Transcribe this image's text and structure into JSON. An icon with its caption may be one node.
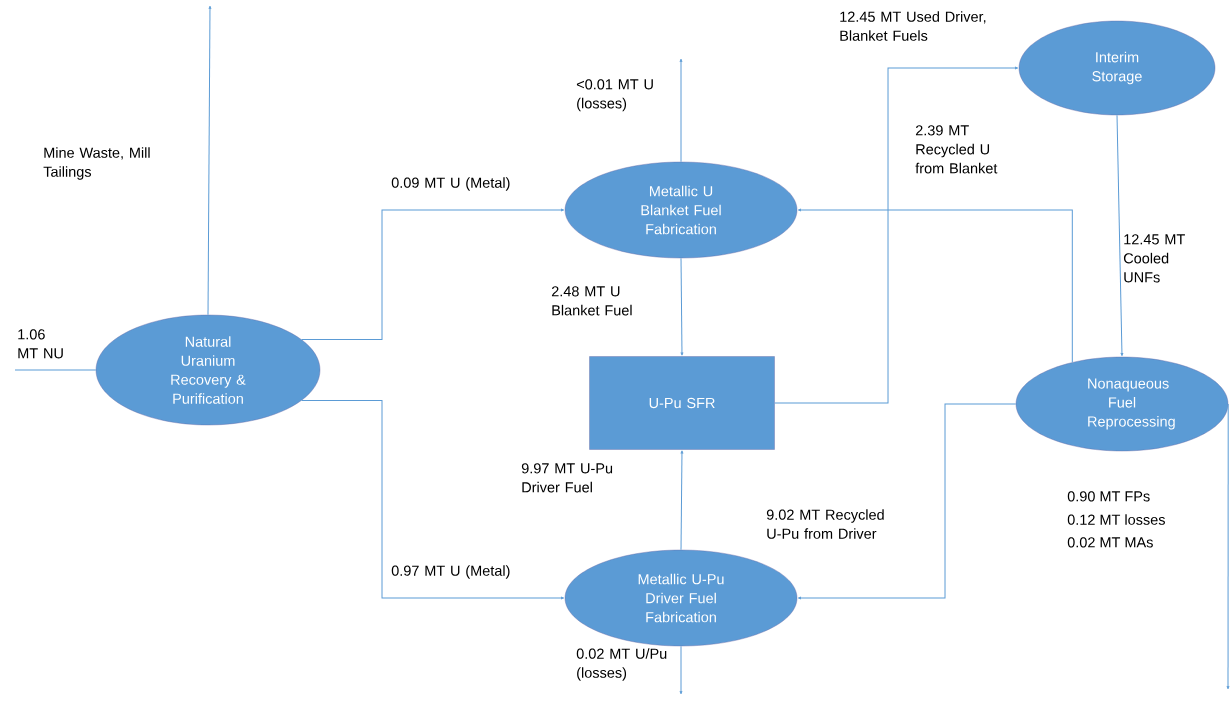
{
  "diagram": {
    "nodes": [
      {
        "text": [
          "Natural Uranium Recovery & Purification"
        ]
      },
      {
        "text": [
          "Metallic U Blanket Fuel Fabrication"
        ]
      },
      {
        "text": [
          "U-Pu SFR"
        ]
      },
      {
        "text": [
          "Metallic U-Pu Driver Fuel Fabrication"
        ]
      },
      {
        "text": [
          "Interim Storage"
        ]
      },
      {
        "text": [
          "Nonaqueous Fuel Reprocessing"
        ]
      }
    ],
    "edges": [
      {
        "from": null,
        "to": 0,
        "arrow": "none",
        "label": "1.06 MT NU"
      },
      {
        "from": 0,
        "to": null,
        "arrow": "to",
        "label": "Mine Waste, Mill Tailings"
      },
      {
        "from": 0,
        "to": 1,
        "arrow": "to",
        "label": "0.09 MT U (Metal)"
      },
      {
        "from": 0,
        "to": 3,
        "arrow": "to",
        "label": "0.97 MT U (Metal)"
      },
      {
        "from": 1,
        "to": null,
        "arrow": "to",
        "label": "<0.01 MT U (losses)"
      },
      {
        "from": 1,
        "to": 2,
        "arrow": "to",
        "label": "2.48 MT U Blanket Fuel"
      },
      {
        "from": 3,
        "to": 2,
        "arrow": "to",
        "label": "9.97 MT U-Pu Driver Fuel"
      },
      {
        "from": 3,
        "to": null,
        "arrow": "to",
        "label": "0.02 MT U/Pu (losses)"
      },
      {
        "from": 2,
        "to": 4,
        "arrow": "to",
        "label": "12.45 MT Used Driver, Blanket Fuels"
      },
      {
        "from": 4,
        "to": 5,
        "arrow": "to",
        "label": "12.45 MT Cooled UNFs"
      },
      {
        "from": 5,
        "to": 1,
        "arrow": "to",
        "label": "2.39 MT Recycled U from Blanket"
      },
      {
        "from": 5,
        "to": 3,
        "arrow": "to",
        "label": "9.02 MT Recycled U-Pu from Driver"
      },
      {
        "from": 5,
        "to": null,
        "arrow": "to"
      }
    ],
    "labels": [
      "0.90 MT FPs",
      "0.12 MT losses",
      "0.02 MT MAs"
    ]
  }
}
